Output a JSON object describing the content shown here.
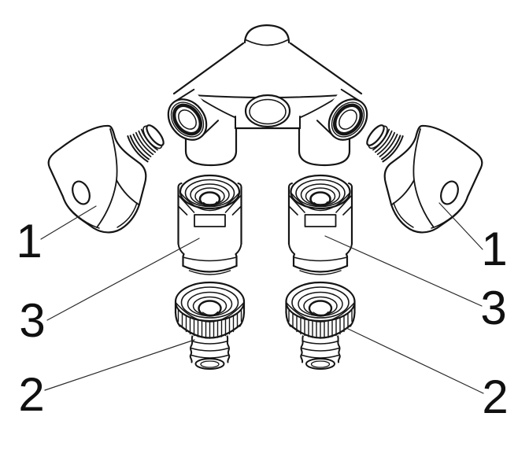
{
  "diagram": {
    "kind": "exploded-parts-diagram",
    "background_color": "#ffffff",
    "line_color": "#151515",
    "callout_color": "#101010",
    "parts": [
      {
        "label": "1",
        "instances_drawn": 2
      },
      {
        "label": "2",
        "instances_drawn": 2
      },
      {
        "label": "3",
        "instances_drawn": 2
      }
    ],
    "callouts": {
      "left_1": {
        "text": "1"
      },
      "left_3": {
        "text": "3"
      },
      "left_2": {
        "text": "2"
      },
      "right_1": {
        "text": "1"
      },
      "right_3": {
        "text": "3"
      },
      "right_2": {
        "text": "2"
      }
    }
  }
}
